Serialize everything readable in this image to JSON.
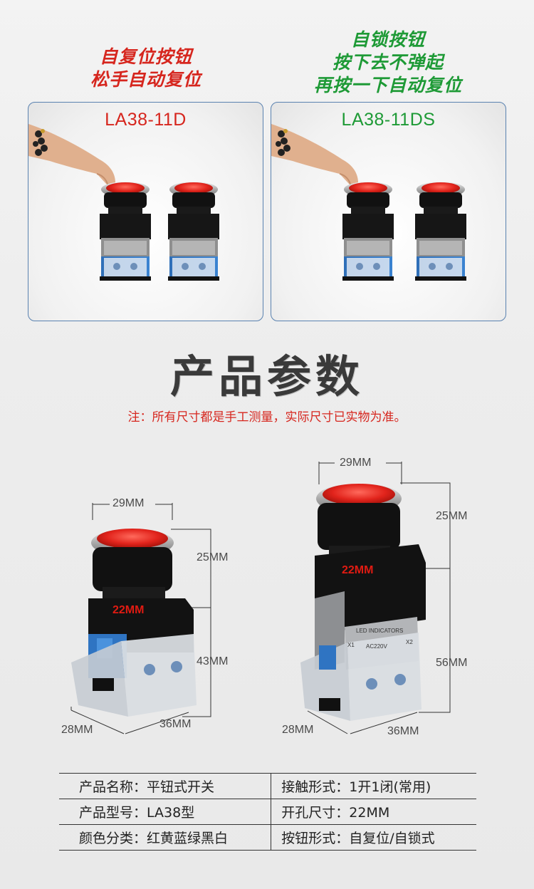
{
  "modes": {
    "momentary": {
      "title_line1": "自复位按钮",
      "title_line2": "松手自动复位",
      "model": "LA38-11D"
    },
    "latching": {
      "title_line1": "自锁按钮",
      "title_line2": "按下去不弹起",
      "title_line3": "再按一下自动复位",
      "model": "LA38-11DS"
    }
  },
  "section": {
    "title": "产品参数",
    "note": "注：所有尺寸都是手工测量，实际尺寸已实物为准。"
  },
  "dims_left": {
    "width_top": "29MM",
    "cap_height": "25MM",
    "thread": "22MM",
    "body_height": "43MM",
    "depth": "28MM",
    "width_base": "36MM"
  },
  "dims_right": {
    "width_top": "29MM",
    "cap_height": "25MM",
    "thread": "22MM",
    "body_height": "56MM",
    "depth": "28MM",
    "width_base": "36MM",
    "module_label": "LED INDICATORS",
    "voltage_label": "AC220V",
    "x1": "X1",
    "x2": "X2"
  },
  "specs": [
    {
      "left": "产品名称：平钮式开关",
      "right": "接触形式：1开1闭(常用)"
    },
    {
      "left": "产品型号：LA38型",
      "right": "开孔尺寸：22MM"
    },
    {
      "left": "颜色分类：红黄蓝绿黑白",
      "right": "按钮形式：自复位/自锁式"
    }
  ],
  "colors": {
    "accent_red": "#d6261e",
    "accent_green": "#1e9a36",
    "panel_border": "#5a82b0",
    "button_red": "#e2241c"
  },
  "icons": [
    "hand-pressing-icon",
    "push-button-icon"
  ]
}
